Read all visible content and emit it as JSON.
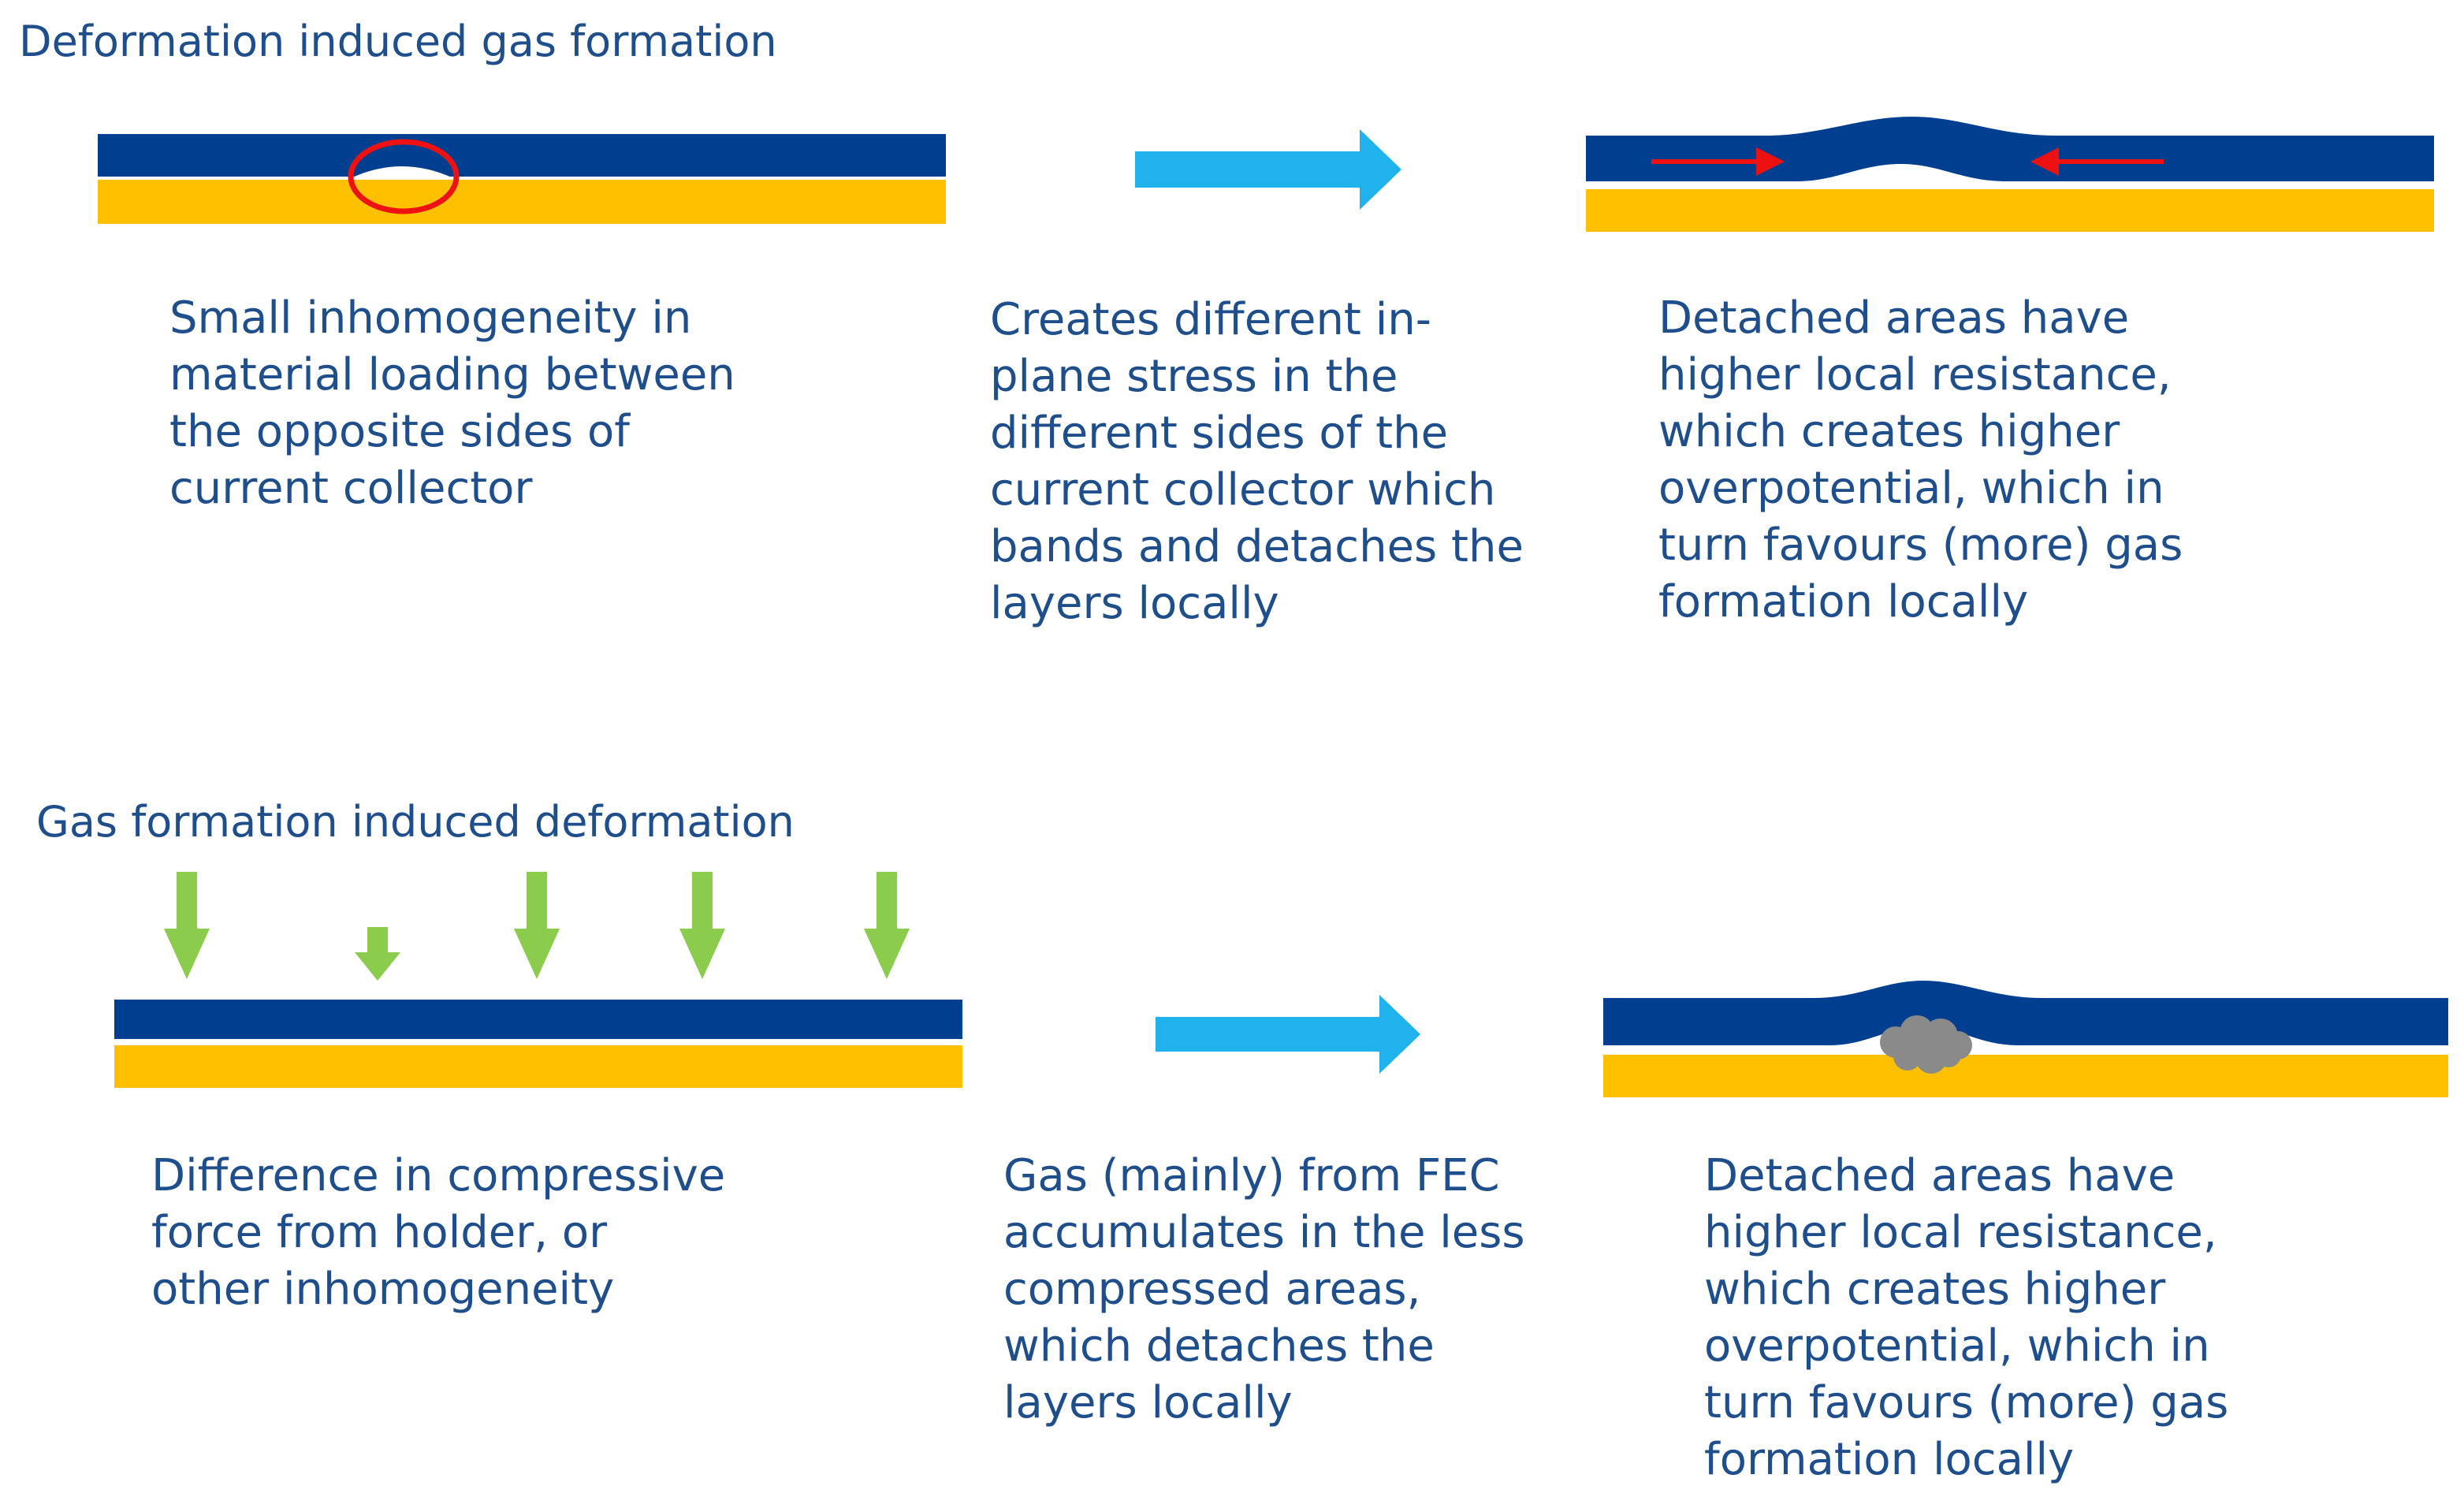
{
  "sections": [
    {
      "title": "Deformation induced gas formation",
      "steps": [
        "Small inhomogeneity in\nmaterial loading between\nthe opposite sides of\ncurrent collector",
        "Creates different in-\nplane stress in the\ndifferent sides of the\ncurrent collector which\nbands and detaches the\nlayers locally",
        " Detached areas have\nhigher local resistance,\nwhich creates higher\noverpotential, which in\nturn favours (more) gas\nformation locally"
      ]
    },
    {
      "title": "Gas formation induced deformation",
      "steps": [
        "Difference in compressive\nforce from holder, or\nother inhomogeneity",
        "Gas (mainly) from FEC\naccumulates in the less\ncompressed areas,\nwhich detaches the\nlayers locally",
        "Detached areas have\nhigher local resistance,\nwhich creates higher\noverpotential, which in\nturn favours (more) gas\nformation locally"
      ]
    }
  ],
  "colors": {
    "top_layer": "#003f8f",
    "bottom_layer": "#ffc000",
    "process_arrow": "#1fb2ec",
    "stress_arrow": "#ee1111",
    "highlight_circle": "#ee1111",
    "force_arrow": "#8ccc4c",
    "gas_bubble": "#8a8a8a",
    "text": "#1f4e8c"
  }
}
